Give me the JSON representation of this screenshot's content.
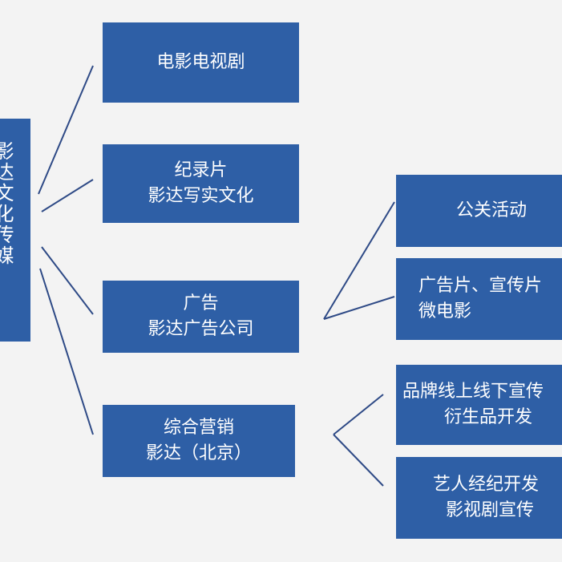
{
  "root": {
    "label": "影达文化传媒"
  },
  "branches": [
    {
      "lines": [
        "电影电视剧"
      ]
    },
    {
      "lines": [
        "纪录片",
        "影达写实文化"
      ]
    },
    {
      "lines": [
        "广告",
        "影达广告公司"
      ]
    },
    {
      "lines": [
        "综合营销",
        "影达（北京）"
      ]
    }
  ],
  "ad_children": [
    {
      "lines": [
        "公关活动"
      ]
    },
    {
      "lines": [
        "广告片、宣传片",
        "微电影"
      ]
    }
  ],
  "marketing_children": [
    {
      "lines": [
        "品牌线上线下宣传",
        "衍生品开发"
      ]
    },
    {
      "lines": [
        "艺人经纪开发",
        "影视剧宣传"
      ]
    }
  ],
  "colors": {
    "box": "#2e5fa6",
    "line": "#2e4a86",
    "background": "#f3f3f3"
  }
}
